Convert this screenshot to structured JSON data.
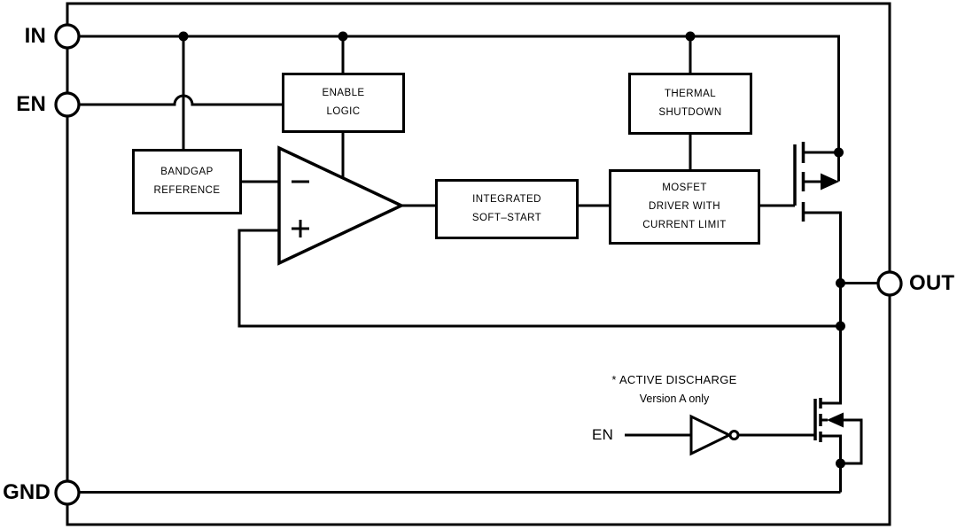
{
  "diagram_type": "LDO regulator functional block diagram",
  "pins": {
    "in": "IN",
    "en": "EN",
    "gnd": "GND",
    "out": "OUT"
  },
  "blocks": {
    "enable_logic": [
      "ENABLE",
      "LOGIC"
    ],
    "thermal_shutdown": [
      "THERMAL",
      "SHUTDOWN"
    ],
    "bandgap_reference": [
      "BANDGAP",
      "REFERENCE"
    ],
    "integrated_soft_start": [
      "INTEGRATED",
      "SOFT–START"
    ],
    "mosfet_driver": [
      "MOSFET",
      "DRIVER WITH",
      "CURRENT LIMIT"
    ]
  },
  "annotations": {
    "active_discharge": "* ACTIVE DISCHARGE",
    "version_note": "Version A only",
    "inverter_input_label": "EN"
  },
  "symbols": {
    "opamp": "error-amplifier",
    "pass_transistor": "pmos-pass-fet",
    "discharge_transistor": "nmos-active-discharge-fet",
    "inverter": "logic-inverter"
  },
  "colors": {
    "line": "#000000",
    "background": "#ffffff",
    "text": "#000000"
  }
}
